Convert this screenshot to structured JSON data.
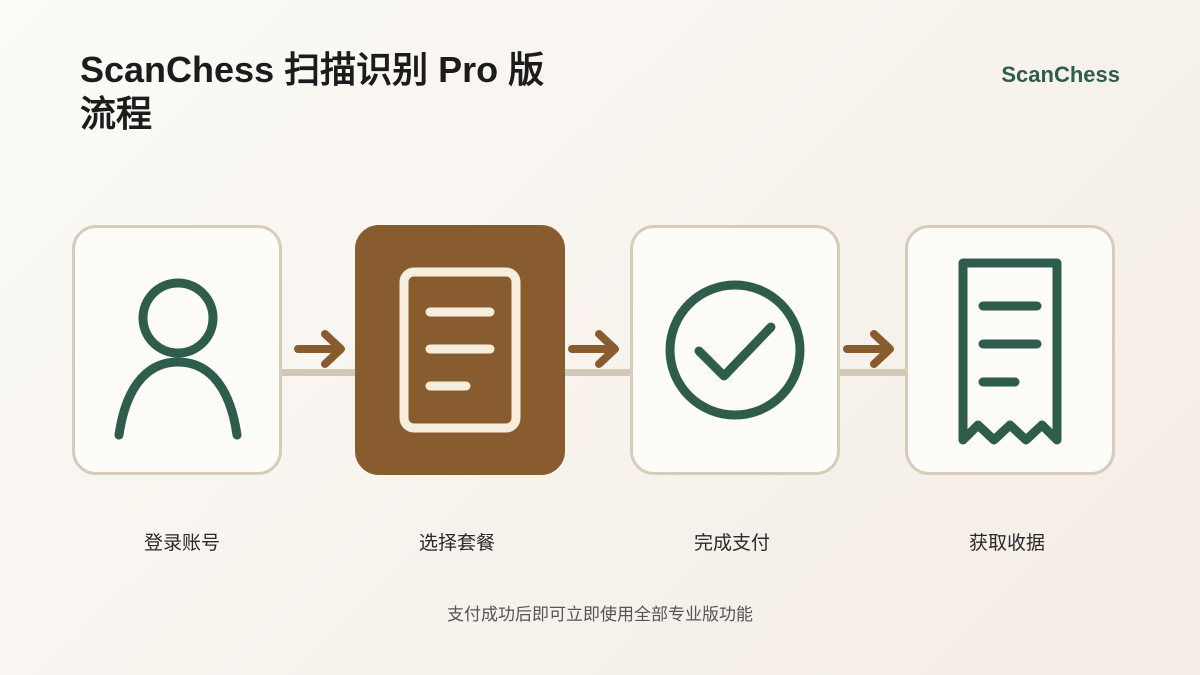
{
  "header": {
    "title": "ScanChess 扫描识别 Pro 版流程",
    "brand": "ScanChess"
  },
  "flow": {
    "steps": [
      {
        "label": "登录账号",
        "icon": "user-icon",
        "active": false
      },
      {
        "label": "选择套餐",
        "icon": "document-icon",
        "active": true
      },
      {
        "label": "完成支付",
        "icon": "check-circle-icon",
        "active": false
      },
      {
        "label": "获取收据",
        "icon": "receipt-icon",
        "active": false
      }
    ],
    "arrow_icon": "arrow-right-icon"
  },
  "footer": {
    "text": "支付成功后即可立即使用全部专业版功能"
  },
  "colors": {
    "accent_brown": "#895c2f",
    "accent_green": "#2f5d4b",
    "card_border": "#d6ccb9",
    "connector": "#d2c8b6",
    "card_bg": "#fdfcf9"
  }
}
